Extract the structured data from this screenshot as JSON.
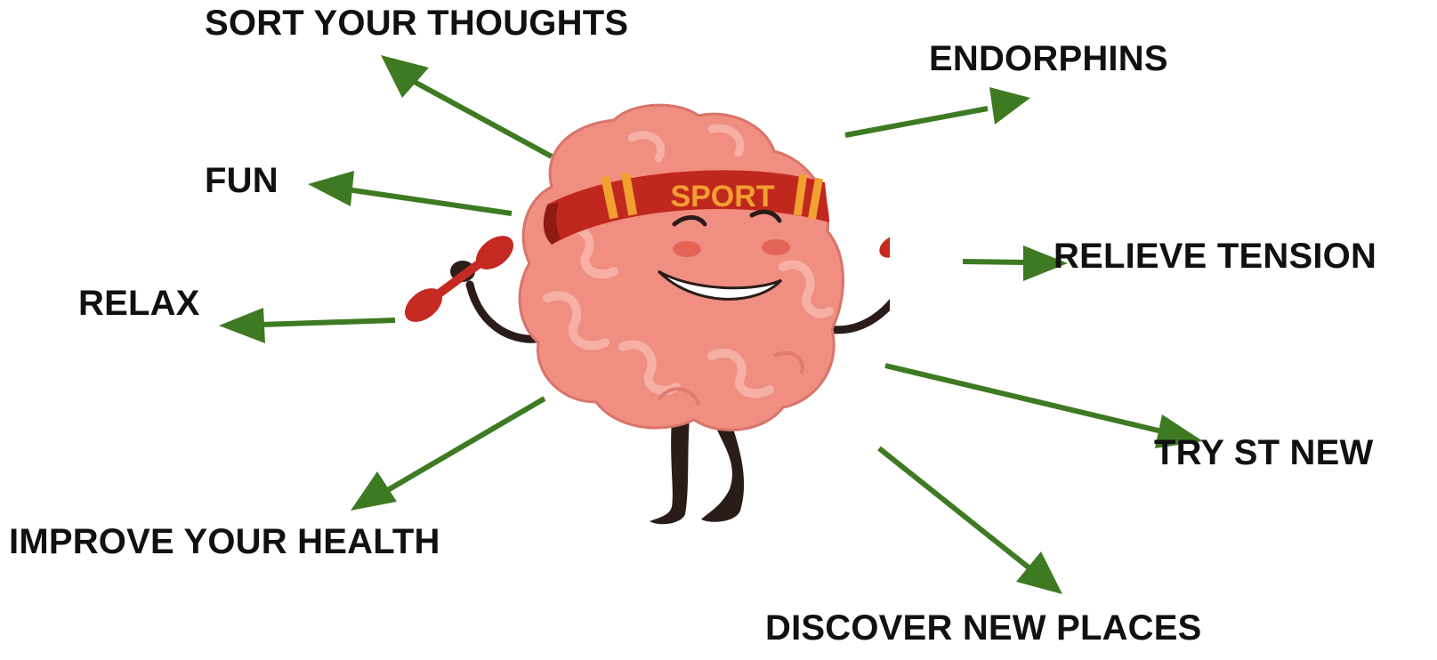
{
  "colors": {
    "arrow": "#3E7A22",
    "label_text": "#111111",
    "headband": "#C0281E",
    "headband_stripe": "#F2A030",
    "brain_body": "#F08E82",
    "brain_fold": "#F6B0A6",
    "dumbbell": "#C42A22",
    "limbs": "#2A1C18"
  },
  "figure": {
    "headband_text": "SPORT",
    "icons": [
      "brain-mascot-icon",
      "dumbbell-icon"
    ]
  },
  "benefits": [
    {
      "id": "sort-your-thoughts",
      "label": "SORT YOUR THOUGHTS"
    },
    {
      "id": "endorphins",
      "label": "ENDORPHINS"
    },
    {
      "id": "fun",
      "label": "FUN"
    },
    {
      "id": "relieve-tension",
      "label": "RELIEVE TENSION"
    },
    {
      "id": "relax",
      "label": "RELAX"
    },
    {
      "id": "try-st-new",
      "label": "TRY ST NEW"
    },
    {
      "id": "improve-your-health",
      "label": "IMPROVE YOUR HEALTH"
    },
    {
      "id": "discover-new-places",
      "label": "DISCOVER NEW PLACES"
    }
  ]
}
